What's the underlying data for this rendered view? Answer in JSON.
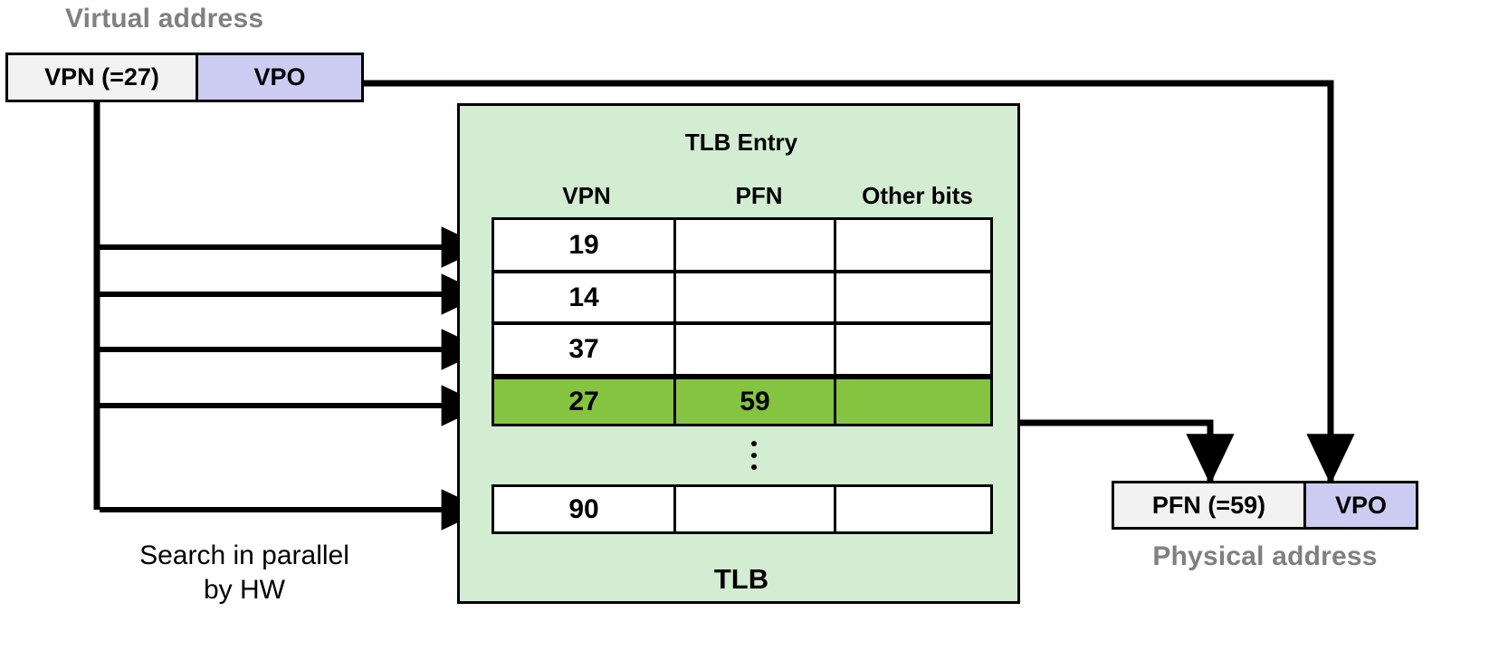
{
  "labels": {
    "virtual_address": "Virtual address",
    "physical_address": "Physical address",
    "search_note": "Search in parallel\nby HW"
  },
  "virtual_address": {
    "vpn_label": "VPN (=27)",
    "vpo_label": "VPO"
  },
  "physical_address": {
    "pfn_label": "PFN (=59)",
    "vpo_label": "VPO"
  },
  "tlb": {
    "entry_title": "TLB Entry",
    "footer": "TLB",
    "columns": [
      "VPN",
      "PFN",
      "Other bits"
    ],
    "rows": [
      {
        "vpn": "19",
        "pfn": "",
        "other": "",
        "hit": false
      },
      {
        "vpn": "14",
        "pfn": "",
        "other": "",
        "hit": false
      },
      {
        "vpn": "37",
        "pfn": "",
        "other": "",
        "hit": false
      },
      {
        "vpn": "27",
        "pfn": "59",
        "other": "",
        "hit": true
      },
      {
        "vpn": "90",
        "pfn": "",
        "other": "",
        "hit": false
      }
    ],
    "ellipsis": "⋮"
  },
  "colors": {
    "panel_fill": "#d3edd3",
    "hit_row_fill": "#84c440",
    "vpn_fill": "#f2f2f2",
    "vpo_fill": "#ccccf2",
    "caption_gray": "#808080",
    "stroke": "#000000"
  }
}
